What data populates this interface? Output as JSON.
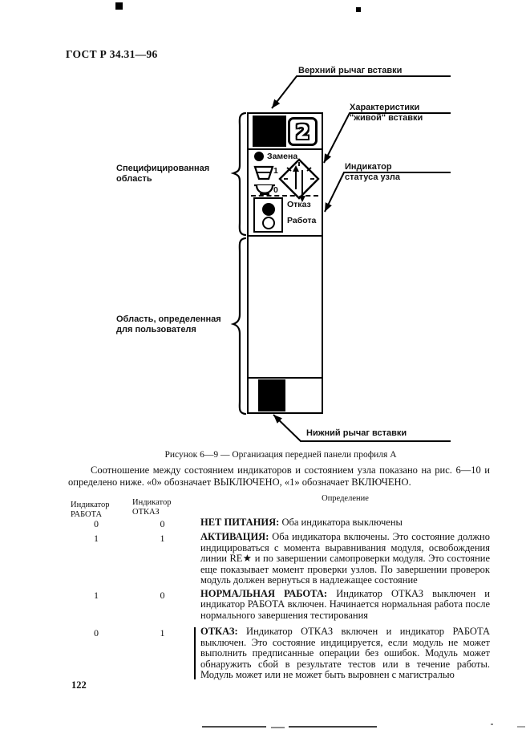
{
  "page": {
    "standard_number": "ГОСТ Р 34.31—96",
    "page_number": "122"
  },
  "figure": {
    "caption": "Рисунок 6—9 — Организация передней панели профиля А",
    "callouts": {
      "top_lever": "Верхний рычаг вставки",
      "live_insertion": {
        "line1": "Характеристики",
        "line2": "\"живой\" вставки"
      },
      "node_status": {
        "line1": "Индикатор",
        "line2": "статуса узла"
      },
      "specified_area": {
        "line1": "Специфицированная",
        "line2": "область"
      },
      "user_area": {
        "line1": "Область, определенная",
        "line2": "для пользователя"
      },
      "bottom_lever": "Нижний рычаг вставки"
    },
    "panel": {
      "slot_number": "2",
      "replace_label": "Замена",
      "switch_on": "1",
      "switch_off": "0",
      "fail_label": "Отказ",
      "run_label": "Работа"
    }
  },
  "intro_paragraph": "Соотношение между состоянием индикаторов и состоянием узла показано на рис. 6—10 и определено ниже. «0» обозначает ВЫКЛЮЧЕНО, «1» обозначает ВКЛЮЧЕНО.",
  "table": {
    "headers": {
      "col1": {
        "line1": "Индикатор",
        "line2": "РАБОТА"
      },
      "col2": {
        "line1": "Индикатор",
        "line2": "ОТКАЗ"
      },
      "col3": "Определение"
    },
    "rows": [
      {
        "rabota": "0",
        "otkaz": "0",
        "term": "НЕТ ПИТАНИЯ:",
        "definition": "Оба индикатора выключены"
      },
      {
        "rabota": "1",
        "otkaz": "1",
        "term": "АКТИВАЦИЯ:",
        "definition": "Оба индикатора включены. Это состояние должно индицироваться с момента выравнивания модуля, освобождения линии RE★ и по завершении самопроверки модуля. Это состояние еще показывает момент проверки узлов. По завершении проверок модуль должен вернуться в надлежащее состояние"
      },
      {
        "rabota": "1",
        "otkaz": "0",
        "term": "НОРМАЛЬНАЯ РАБОТА:",
        "definition": "Индикатор ОТКАЗ выключен и индикатор РАБОТА включен. Начинается нормальная работа после нормального завершения тестирования"
      },
      {
        "rabota": "0",
        "otkaz": "1",
        "term": "ОТКАЗ:",
        "definition": "Индикатор ОТКАЗ включен и индикатор РАБОТА выключен. Это состояние индицируется, если модуль не может выполнить предписанные операции без ошибок. Модуль может обнаружить сбой в результате тестов или в течение работы. Модуль может или не может быть выровнен с магистралью"
      }
    ]
  }
}
